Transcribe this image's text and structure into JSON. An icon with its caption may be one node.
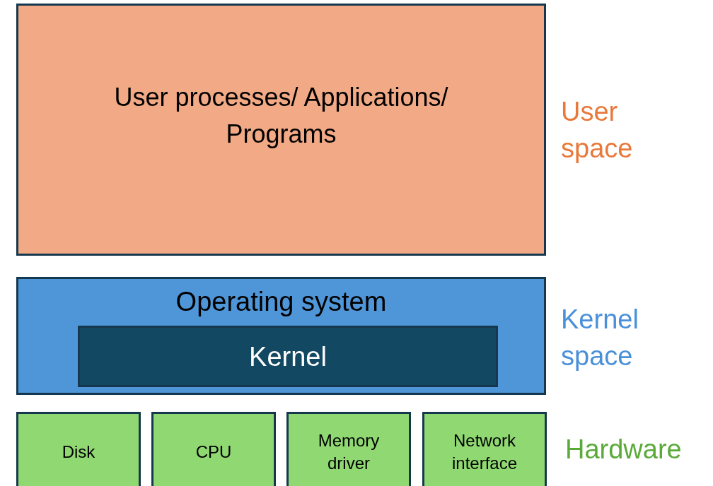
{
  "diagram": {
    "nodes": [
      {
        "text": [
          "User processes/ Applications/ Programs"
        ]
      },
      {
        "text": [
          "Operating system"
        ]
      },
      {
        "text": [
          "Kernel"
        ],
        "in": 1
      },
      {
        "text": [
          "Disk"
        ]
      },
      {
        "text": [
          "CPU"
        ]
      },
      {
        "text": [
          "Memory driver"
        ]
      },
      {
        "text": [
          "Network interface"
        ]
      }
    ],
    "labels": [
      "User space",
      "Kernel space",
      "Hardware"
    ]
  }
}
